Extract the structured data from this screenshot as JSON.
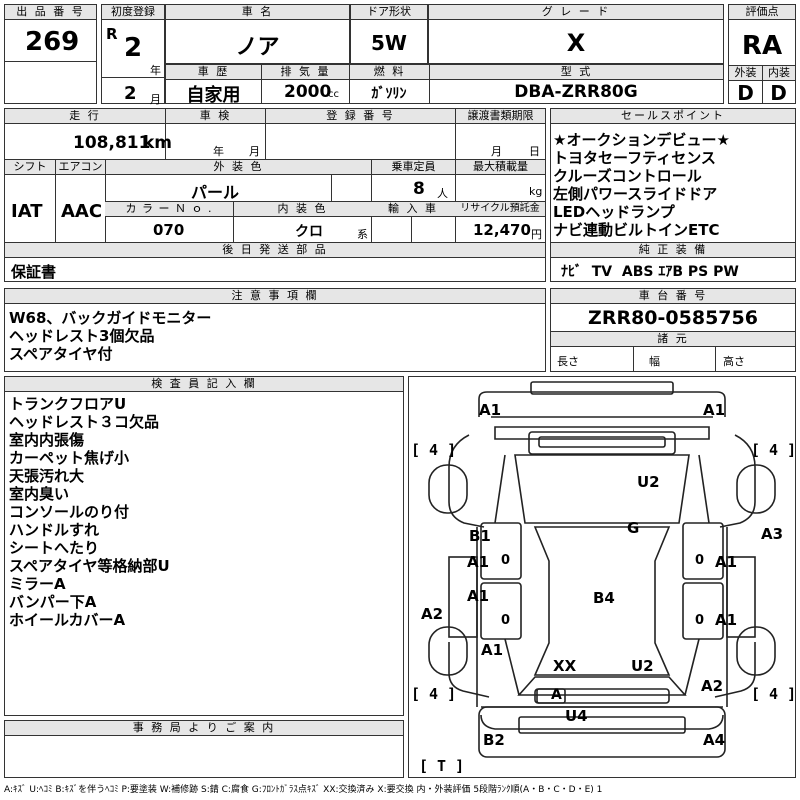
{
  "header": {
    "lot_label": "出 品 番 号",
    "lot": "269",
    "first_reg_label": "初度登録",
    "era": "R",
    "reg_year": "2",
    "year_unit": "年",
    "reg_month": "2",
    "month_unit": "月",
    "car_name_label": "車 名",
    "car_name": "ノア",
    "door_label": "ドア形状",
    "door": "5W",
    "grade_label": "グ レ ー ド",
    "grade": "X",
    "score_label": "評価点",
    "score": "RA",
    "history_label": "車 歴",
    "history": "自家用",
    "disp_label": "排 気 量",
    "disp": "2000",
    "disp_unit": "cc",
    "fuel_label": "燃 料",
    "fuel": "ｶﾞｿﾘﾝ",
    "model_label": "型 式",
    "model": "DBA-ZRR80G",
    "ext_label": "外装",
    "ext": "D",
    "int_label": "内装",
    "int": "D"
  },
  "spec": {
    "mileage_label": "走 行",
    "mileage": "108,811",
    "mileage_unit": "km",
    "inspection_label": "車 検",
    "y_unit": "年",
    "m_unit": "月",
    "regno_label": "登 録 番 号",
    "transfer_label": "譲渡書類期限",
    "t_m": "月",
    "t_d": "日",
    "shift_label": "シフト",
    "shift": "IAT",
    "ac_label": "エアコン",
    "ac": "AAC",
    "color_label": "外 装 色",
    "color": "パール",
    "seats_label": "乗車定員",
    "seats": "8",
    "seats_unit": "人",
    "load_label": "最大積載量",
    "load_unit": "kg",
    "colorno_label": "カ ラ ー Ｎ ｏ .",
    "colorno": "070",
    "intcolor_label": "内 装 色",
    "intcolor": "クロ",
    "intcolor_unit": "系",
    "import_label": "輸 入 車",
    "recycle_label": "リサイクル預託金",
    "recycle": "12,470",
    "recycle_unit": "円",
    "later_label": "後 日 発 送 部 品",
    "later": "保証書"
  },
  "sales": {
    "label": "セールスポイント",
    "items": [
      "★オークションデビュー★",
      "トヨタセーフティセンス",
      "クルーズコントロール",
      "左側パワースライドドア",
      "LEDヘッドランプ",
      "ナビ連動ビルトインETC"
    ],
    "equip_label": "純 正 装 備",
    "equip": "ﾅﾋﾞ  TV  ABS ｴｱB PS PW"
  },
  "notes": {
    "label": "注 意 事 項 欄",
    "items": [
      "W68、バックガイドモニター",
      "ヘッドレスト3個欠品",
      "スペアタイヤ付"
    ]
  },
  "chassis": {
    "label": "車 台 番 号",
    "value": "ZRR80-0585756",
    "dims_label": "諸 元",
    "length": "長さ",
    "width": "幅",
    "height": "高さ"
  },
  "inspector": {
    "label": "検 査 員 記 入 欄",
    "items": [
      "トランクフロアU",
      "ヘッドレスト３コ欠品",
      "室内内張傷",
      "カーペット焦げ小",
      "天張汚れ大",
      "室内臭い",
      "コンソールのり付",
      "ハンドルすれ",
      "シートへたり",
      "スペアタイヤ等格納部U",
      "ミラーA",
      "バンパー下A",
      "ホイールカバーA"
    ]
  },
  "diagram": {
    "marks": {
      "a1_fl": "A1",
      "a1_fr": "A1",
      "tire_fl": "[ 4 ]",
      "tire_fr": "[ 4 ]",
      "u2_top": "U2",
      "g": "G",
      "a3": "A3",
      "b1": "B1",
      "a1_ml": "A1",
      "a1_mr": "A1",
      "zero1": "0",
      "zero2": "0",
      "a2_l": "A2",
      "a1_l2": "A1",
      "b4": "B4",
      "a1_r2": "A1",
      "zero3": "0",
      "zero4": "0",
      "a1_l3": "A1",
      "xx": "XX",
      "u2_bot": "U2",
      "a2_r": "A2",
      "tire_rl": "[ 4 ]",
      "tire_rr": "[ 4 ]",
      "a": "A",
      "u4": "U4",
      "b2": "B2",
      "a4": "A4",
      "trunk": "[ T ]"
    }
  },
  "office": {
    "label": "事 務 局 よ り ご 案 内"
  },
  "legend": "A:ｷｽﾞ U:ﾍｺﾐ B:ｷｽﾞを伴うﾍｺﾐ P:要塗装 W:補修跡 S:錆 C:腐食 G:ﾌﾛﾝﾄｶﾞﾗｽ点ｷｽﾞ XX:交換済み X:要交換  内・外装評価 5段階ﾗﾝｸ順(A・B・C・D・E) 1"
}
